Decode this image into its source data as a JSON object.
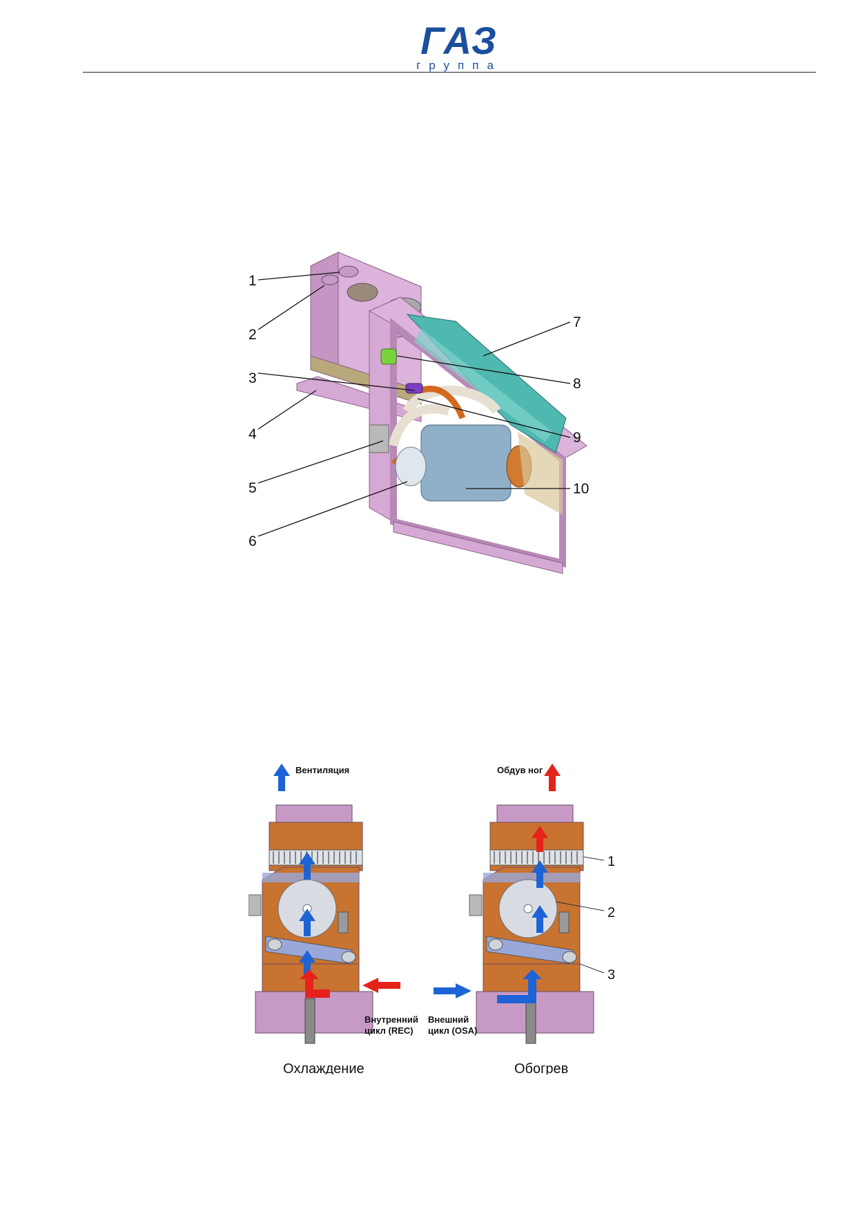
{
  "logo": {
    "brand": "ГАЗ",
    "subtitle": "группа",
    "color": "#1b4f9c"
  },
  "figure1": {
    "callouts": [
      "1",
      "2",
      "3",
      "4",
      "5",
      "6",
      "7",
      "8",
      "9",
      "10"
    ]
  },
  "figure2": {
    "cooling": {
      "caption": "Охлаждение",
      "top_label": "Вентиляция",
      "side_label_line1": "Внутренний",
      "side_label_line2": "цикл (REC)"
    },
    "heating": {
      "caption": "Обогрев",
      "top_label": "Обдув ног",
      "side_label_line1": "Внешний",
      "side_label_line2": "цикл (OSA)",
      "callouts": [
        "1",
        "2",
        "3"
      ]
    },
    "colors": {
      "housing": "#c79ac6",
      "interior": "#c8732f",
      "cold": "#1e63d6",
      "hot": "#e5231b"
    }
  }
}
